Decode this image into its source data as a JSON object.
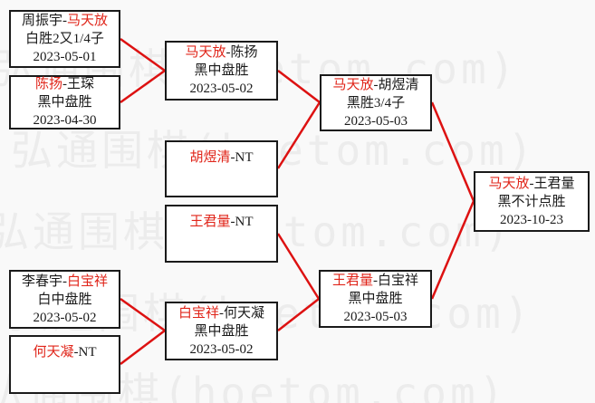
{
  "watermark": {
    "text": "弘通围棋(hoetom.com)"
  },
  "colors": {
    "background": "#f9f9f9",
    "connector": "#dd1111",
    "highlight": "#e0251a",
    "plain": "#1a1a1a",
    "watermark": "#ececec"
  },
  "matches": [
    {
      "p1": "周振宇",
      "sep": "-",
      "p2": "马天放",
      "p1_color": "#1a1a1a",
      "p2_color": "#e0251a",
      "result": "白胜2又1/4子",
      "date": "2023-05-01"
    },
    {
      "p1": "陈扬",
      "sep": "-",
      "p2": "王琛",
      "p1_color": "#e0251a",
      "p2_color": "#1a1a1a",
      "result": "黑中盘胜",
      "date": "2023-04-30"
    },
    {
      "p1": "李春宇",
      "sep": "-",
      "p2": "白宝祥",
      "p1_color": "#1a1a1a",
      "p2_color": "#e0251a",
      "result": "白中盘胜",
      "date": "2023-05-02"
    },
    {
      "p1": "何天凝",
      "sep": "-",
      "p2": "NT",
      "p1_color": "#e0251a",
      "p2_color": "#1a1a1a",
      "result": "",
      "date": ""
    },
    {
      "p1": "马天放",
      "sep": "-",
      "p2": "陈扬",
      "p1_color": "#e0251a",
      "p2_color": "#1a1a1a",
      "result": "黑中盘胜",
      "date": "2023-05-02"
    },
    {
      "p1": "胡煜清",
      "sep": "-",
      "p2": "NT",
      "p1_color": "#e0251a",
      "p2_color": "#1a1a1a",
      "result": "",
      "date": ""
    },
    {
      "p1": "王君量",
      "sep": "-",
      "p2": "NT",
      "p1_color": "#e0251a",
      "p2_color": "#1a1a1a",
      "result": "",
      "date": ""
    },
    {
      "p1": "白宝祥",
      "sep": "-",
      "p2": "何天凝",
      "p1_color": "#e0251a",
      "p2_color": "#1a1a1a",
      "result": "黑中盘胜",
      "date": "2023-05-02"
    },
    {
      "p1": "马天放",
      "sep": "-",
      "p2": "胡煜清",
      "p1_color": "#e0251a",
      "p2_color": "#1a1a1a",
      "result": "黑胜3/4子",
      "date": "2023-05-03"
    },
    {
      "p1": "王君量",
      "sep": "-",
      "p2": "白宝祥",
      "p1_color": "#e0251a",
      "p2_color": "#1a1a1a",
      "result": "黑中盘胜",
      "date": "2023-05-03"
    },
    {
      "p1": "马天放",
      "sep": "-",
      "p2": "王君量",
      "p1_color": "#e0251a",
      "p2_color": "#1a1a1a",
      "result": "黑不计点胜",
      "date": "2023-10-23"
    }
  ]
}
